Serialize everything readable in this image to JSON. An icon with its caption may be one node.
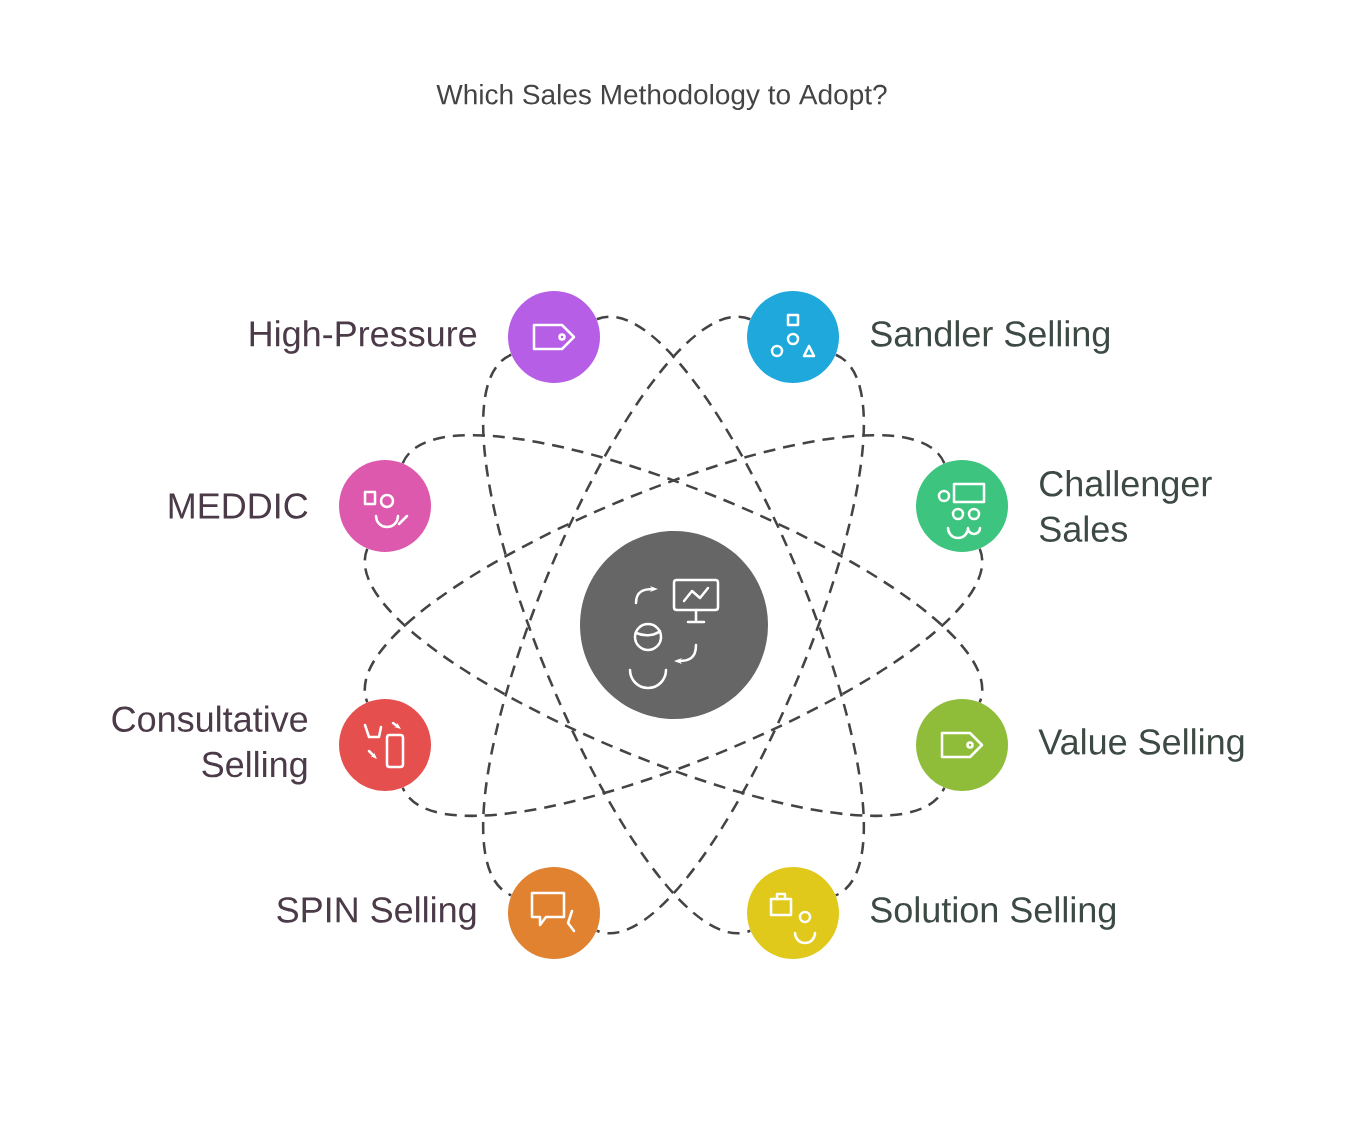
{
  "diagram": {
    "title": "Which Sales Methodology to Adopt?",
    "nodes": [
      {
        "text": [
          "High-Pressure"
        ]
      },
      {
        "text": [
          "Sandler Selling"
        ]
      },
      {
        "text": [
          "MEDDIC"
        ]
      },
      {
        "text": [
          "Challenger Sales"
        ]
      },
      {
        "text": [],
        "shape": "circle"
      },
      {
        "text": [
          "Consultative Selling"
        ]
      },
      {
        "text": [
          "Value Selling"
        ]
      },
      {
        "text": [
          "SPIN Selling"
        ]
      },
      {
        "text": [
          "Solution Selling"
        ]
      }
    ],
    "edges": [
      {
        "from": 0,
        "to": 8,
        "arrow": "none",
        "style": "dashed"
      },
      {
        "from": 0,
        "to": 8,
        "arrow": "none",
        "style": "dashed"
      },
      {
        "from": 1,
        "to": 7,
        "arrow": "none",
        "style": "dashed"
      },
      {
        "from": 1,
        "to": 7,
        "arrow": "none",
        "style": "dashed"
      },
      {
        "from": 2,
        "to": 6,
        "arrow": "none",
        "style": "dashed"
      },
      {
        "from": 2,
        "to": 6,
        "arrow": "none",
        "style": "dashed"
      },
      {
        "from": 3,
        "to": 5,
        "arrow": "none",
        "style": "dashed"
      },
      {
        "from": 3,
        "to": 5,
        "arrow": "none",
        "style": "dashed"
      }
    ]
  }
}
